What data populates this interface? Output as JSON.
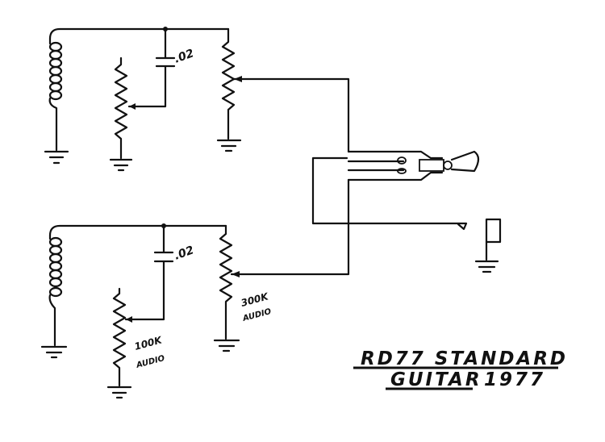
{
  "diagram": {
    "title_line1": "RD77 STANDARD",
    "title_line2_a": "GUITAR",
    "title_line2_b": "1977",
    "circuits": [
      {
        "name": "upper-pickup-circuit",
        "capacitor_label": ".02"
      },
      {
        "name": "lower-pickup-circuit",
        "capacitor_label": ".02",
        "tone_pot_label_1": "100K",
        "tone_pot_label_2": "AUDIO",
        "volume_pot_label_1": "300K",
        "volume_pot_label_2": "AUDIO"
      }
    ]
  }
}
